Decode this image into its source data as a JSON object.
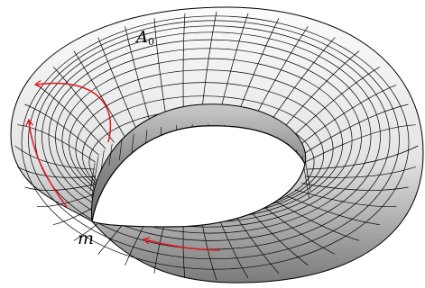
{
  "labels": {
    "a_main": "A",
    "a_sub": "0",
    "point": "m"
  },
  "colors": {
    "arrow": "#e0191e",
    "mesh_line": "#000000",
    "surface_light": "#f7f7f7",
    "surface_dark": "#5a5a5a"
  },
  "torus": {
    "major_segments": 40,
    "minor_segments": 24
  }
}
